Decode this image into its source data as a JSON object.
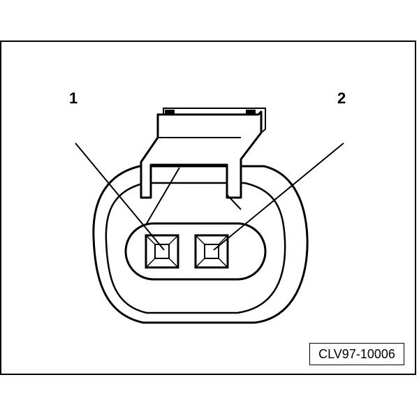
{
  "callouts": {
    "pin1": "1",
    "pin2": "2"
  },
  "figure_ref": "CLV97-10006",
  "colors": {
    "line": "#000000",
    "background": "#ffffff"
  }
}
